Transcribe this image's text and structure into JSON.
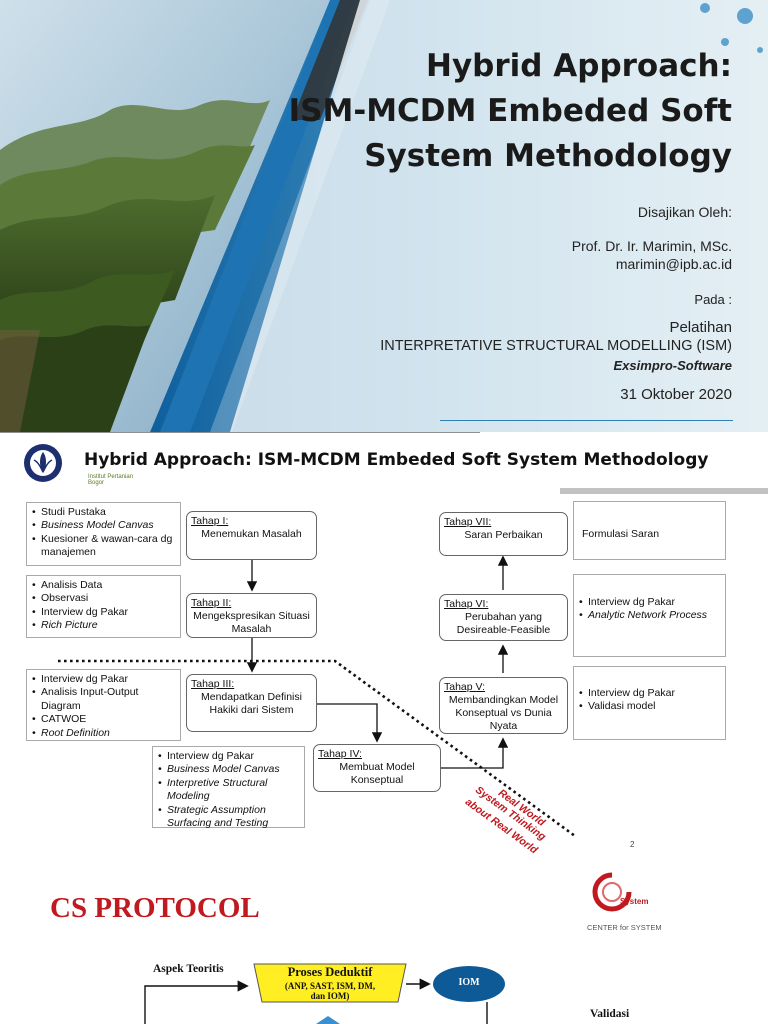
{
  "slide1": {
    "title_lines": [
      "Hybrid Approach:",
      "ISM-MCDM Embeded Soft",
      "System Methodology"
    ],
    "presented_by_label": "Disajikan Oleh:",
    "presenter_name": "Prof. Dr. Ir. Marimin, MSc.",
    "presenter_email": "marimin@ipb.ac.id",
    "pada_label": "Pada :",
    "event_label": "Pelatihan",
    "event_name": "INTERPRETATIVE STRUCTURAL MODELLING (ISM)",
    "organizer": "Exsimpro-Software",
    "date": "31 Oktober 2020"
  },
  "slide2": {
    "title": "Hybrid Approach: ISM-MCDM Embeded Soft System Methodology",
    "logo_caption": "Institut Pertanian Bogor",
    "tahap1": {
      "label": "Tahap I:",
      "text": "Menemukan Masalah"
    },
    "tahap2": {
      "label": "Tahap II:",
      "text": "Mengekspresikan Situasi Masalah"
    },
    "tahap3": {
      "label": "Tahap III:",
      "text": "Mendapatkan Definisi Hakiki dari Sistem"
    },
    "tahap4": {
      "label": "Tahap IV:",
      "text": "Membuat Model Konseptual"
    },
    "tahap5": {
      "label": "Tahap V:",
      "text": "Membandingkan Model Konseptual vs Dunia Nyata"
    },
    "tahap6": {
      "label": "Tahap VI:",
      "text": "Perubahan yang Desireable-Feasible"
    },
    "tahap7": {
      "label": "Tahap VII:",
      "text": "Saran Perbaikan"
    },
    "left1": [
      "Studi Pustaka",
      "Business Model Canvas",
      "Kuesioner & wawan-cara dg manajemen"
    ],
    "left2": [
      "Analisis Data",
      "Observasi",
      "Interview dg Pakar",
      "Rich Picture"
    ],
    "left3": [
      "Interview dg Pakar",
      "Analisis Input-Output Diagram",
      "CATWOE",
      "Root Definition"
    ],
    "bottom": [
      "Interview dg Pakar",
      "Business Model Canvas",
      "Interpretive Structural Modeling",
      "Strategic Assumption Surfacing and Testing"
    ],
    "right1": "Formulasi Saran",
    "right2": [
      "Interview dg Pakar",
      "Analytic Network Process"
    ],
    "right3": [
      "Interview dg Pakar",
      "Validasi model"
    ],
    "real_world": "Real World",
    "system_thinking_1": "System Thinking",
    "system_thinking_2": "about Real World",
    "page_number": "2"
  },
  "slide3": {
    "title": "CS PROTOCOL",
    "logo_word": "System",
    "logo_caption": "CENTER for SYSTEM",
    "aspek": "Aspek Teoritis",
    "proses_title": "Proses Deduktif",
    "proses_sub1": "(ANP, SAST, ISM, DM,",
    "proses_sub2": "dan IOM)",
    "iom": "IOM",
    "validasi": "Validasi"
  },
  "colors": {
    "accent_blue": "#2f7fb5",
    "dark_blue": "#0d5a96",
    "red": "#c0191f",
    "yellow": "#ffee22"
  }
}
